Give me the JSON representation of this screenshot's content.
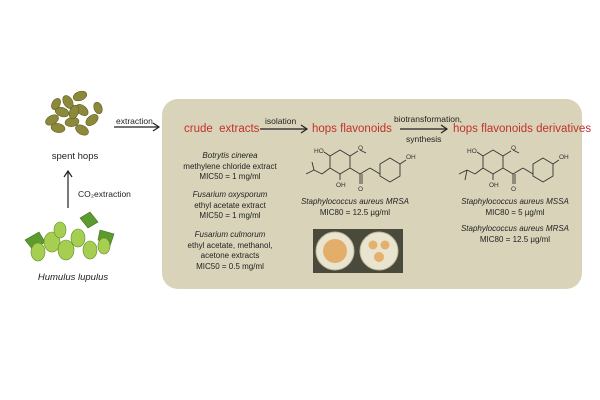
{
  "labels": {
    "spent_hops": "spent hops",
    "humulus": "Humulus lupulus",
    "co2_extraction": "CO₂extraction",
    "extraction": "extraction",
    "isolation": "isolation",
    "biotransformation": "biotransformation,",
    "synthesis": "synthesis"
  },
  "headers": {
    "crude": "crude  extracts",
    "flavonoids": "hops flavonoids",
    "derivatives": "hops flavonoids derivatives"
  },
  "crude": {
    "b1_org": "Botrytis cinerea",
    "b1_desc": "methylene chloride extract",
    "b1_mic": "MIC50 = 1 mg/ml",
    "b2_org": "Fusarium oxysporum",
    "b2_desc": "ethyl acetate extract",
    "b2_mic": "MIC50 = 1 mg/ml",
    "b3_org": "Fusarium culmorum",
    "b3_desc1": "ethyl acetate, methanol,",
    "b3_desc2": "acetone extracts",
    "b3_mic": "MIC50 = 0.5 mg/ml"
  },
  "flavonoids": {
    "org": "Staphylococcus aureus MRSA",
    "mic": "MIC80 = 12.5 µg/ml"
  },
  "derivatives": {
    "b1_org": "Staphylococcus aureus MSSA",
    "b1_mic": "MIC80 = 5 µg/ml",
    "b2_org": "Staphylococcus aureus MRSA",
    "b2_mic": "MIC80 = 12.5 µg/ml"
  },
  "molecule": {
    "ho": "HO",
    "oh": "OH",
    "o": "O"
  },
  "colors": {
    "panel": "#d9d4b9",
    "header_red": "#c0312b"
  }
}
